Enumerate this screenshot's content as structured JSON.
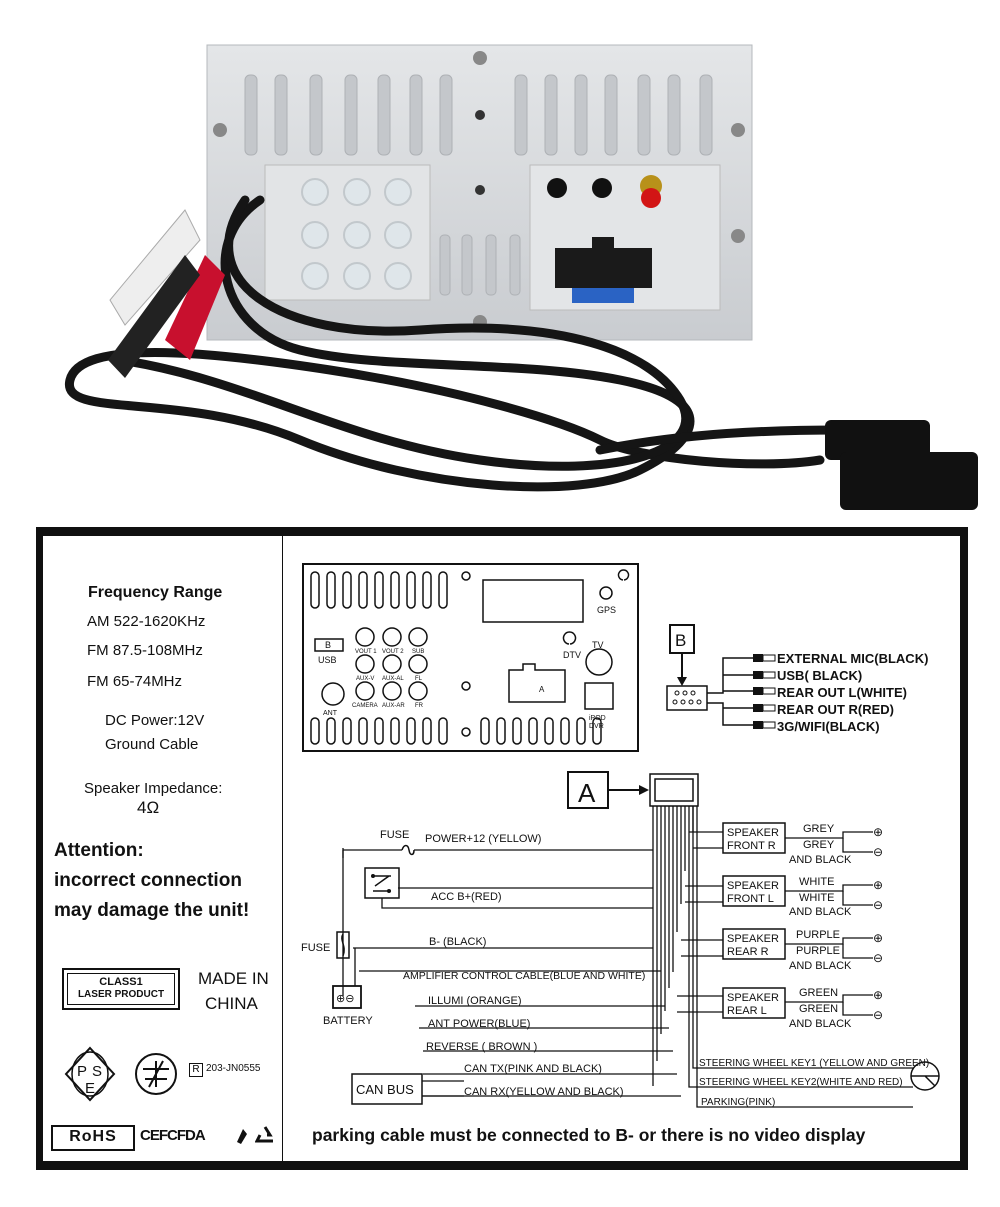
{
  "spec_panel": {
    "freq_title": "Frequency Range",
    "am": "AM 522-1620KHz",
    "fm1": "FM 87.5-108MHz",
    "fm2": "FM 65-74MHz",
    "dc_power": "DC Power:12V",
    "ground": "Ground Cable",
    "speaker_title": "Speaker Impedance:",
    "speaker_value": "4Ω",
    "attention": "Attention:",
    "warning_line1": "incorrect connection",
    "warning_line2": "may damage the unit!",
    "laser_line1": "CLASS1",
    "laser_line2": "LASER PRODUCT",
    "made_in_line1": "MADE IN",
    "made_in_line2": "CHINA",
    "pse_p": "P",
    "pse_s": "S",
    "pse_e": "E",
    "r_mark": "R",
    "cert_no": "203-JN0555",
    "rohs": "RoHS",
    "cert_marks": "CEFCFDA",
    "recycle_icon": "recycle-icon"
  },
  "back_panel": {
    "gps": "GPS",
    "usb": "USB",
    "b_label": "B",
    "dtv": "DTV",
    "tv": "TV",
    "ant": "ANT",
    "a_label": "A",
    "ipod": "iPOD",
    "dvr": "DVR",
    "rca_row1": [
      "VOUT 1",
      "VOUT 2",
      "SUB"
    ],
    "rca_row2": [
      "AUX-V",
      "AUX-AL",
      "FL"
    ],
    "rca_row3": [
      "CAMERA",
      "AUX-AR",
      "FR"
    ]
  },
  "connector_b": {
    "label": "B",
    "outputs": [
      "EXTERNAL MIC(BLACK)",
      "USB( BLACK)",
      "REAR OUT L(WHITE)",
      "REAR OUT R(RED)",
      "3G/WIFI(BLACK)"
    ]
  },
  "connector_a": {
    "label": "A"
  },
  "harness": {
    "fuse_top": "FUSE",
    "fuse_left": "FUSE",
    "battery": "BATTERY",
    "wires": [
      "POWER+12 (YELLOW)",
      "ACC B+(RED)",
      "B- (BLACK)",
      "AMPLIFIER CONTROL CABLE(BLUE AND WHITE)",
      "ILLUMI (ORANGE)",
      "ANT POWER(BLUE)",
      "REVERSE ( BROWN )",
      "CAN TX(PINK AND BLACK)",
      "CAN RX(YELLOW AND BLACK)"
    ],
    "can_bus": "CAN BUS",
    "speakers": [
      {
        "name1": "SPEAKER",
        "name2": "FRONT  R",
        "pos": "GREY",
        "neg1": "GREY",
        "neg2": "AND BLACK"
      },
      {
        "name1": "SPEAKER",
        "name2": "FRONT  L",
        "pos": "WHITE",
        "neg1": "WHITE",
        "neg2": "AND BLACK"
      },
      {
        "name1": "SPEAKER",
        "name2": "REAR   R",
        "pos": "PURPLE",
        "neg1": "PURPLE",
        "neg2": "AND BLACK"
      },
      {
        "name1": "SPEAKER",
        "name2": "REAR   L",
        "pos": "GREEN",
        "neg1": "GREEN",
        "neg2": "AND BLACK"
      }
    ],
    "plus": "⊕",
    "minus": "⊖",
    "steering1": "STEERING WHEEL KEY1 (YELLOW AND GREEN)",
    "steering2": "STEERING WHEEL KEY2(WHITE AND RED)",
    "parking": "PARKING(PINK)"
  },
  "footer_note": "parking cable must be connected to B- or there is no video display",
  "colors": {
    "chassis": "#d9dcdf",
    "sheet_border": "#101010",
    "cable": "#151515",
    "rca_red": "#c8102e",
    "connector_blue": "#2a63c4"
  }
}
